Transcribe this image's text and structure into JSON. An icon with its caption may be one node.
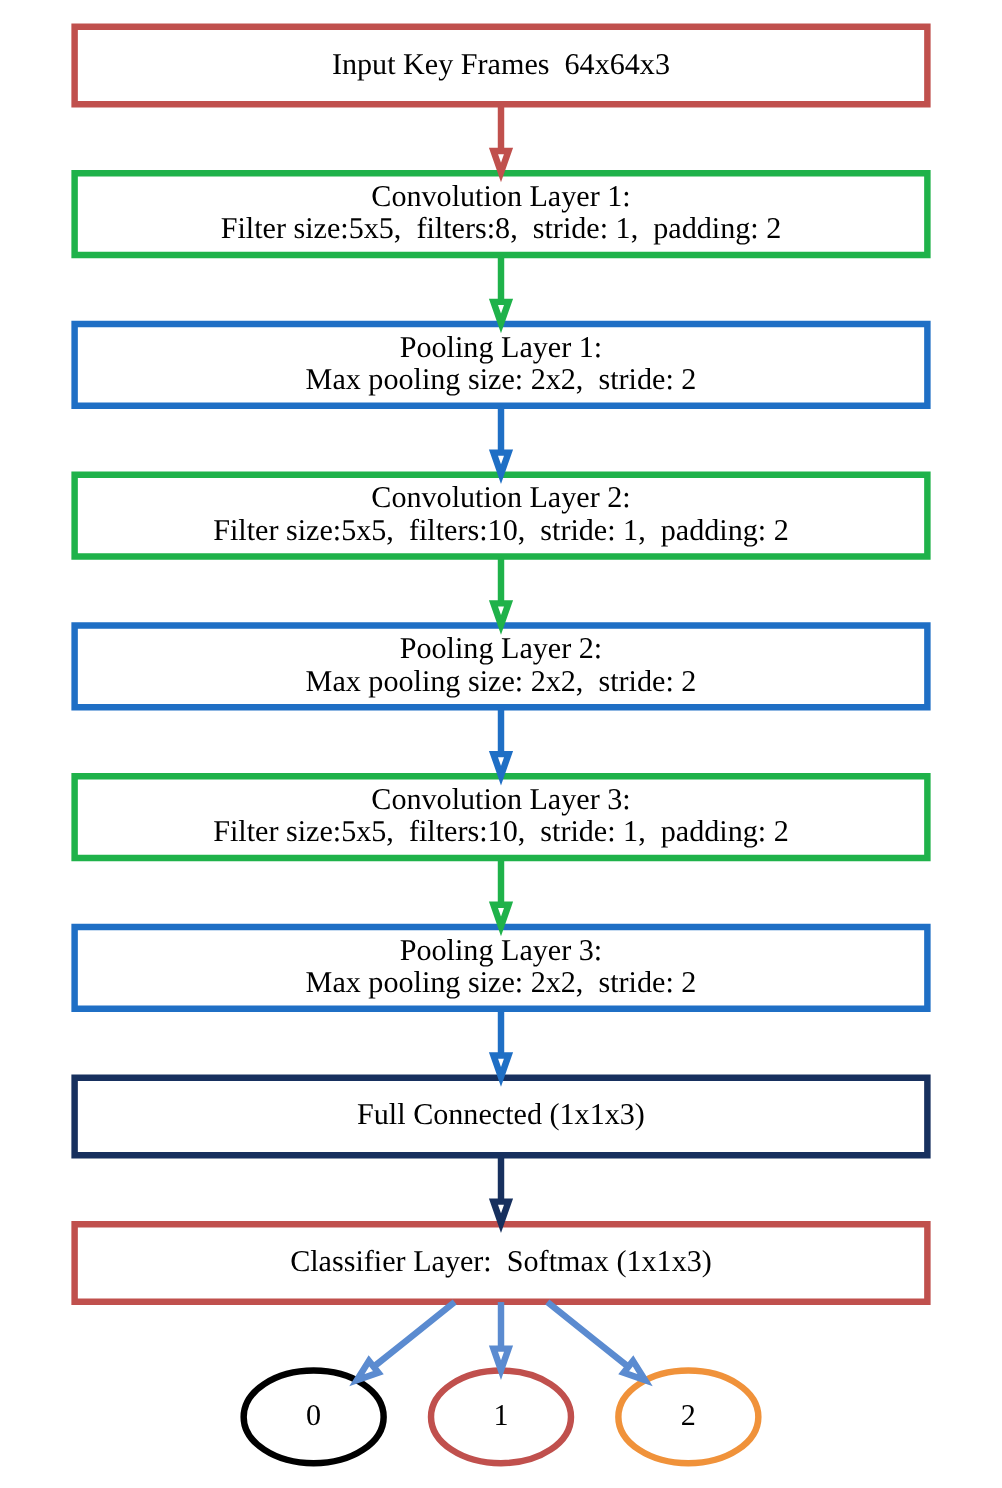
{
  "diagram": {
    "nodes": [
      {
        "text": [
          "Input Key Frames  64x64x3"
        ]
      },
      {
        "text": [
          "Convolution Layer 1:",
          "Filter size:5x5,  filters:8,  stride: 1,  padding: 2"
        ]
      },
      {
        "text": [
          "Pooling Layer 1:",
          "Max pooling size: 2x2,  stride: 2"
        ]
      },
      {
        "text": [
          "Convolution Layer 2:",
          "Filter size:5x5,  filters:10,  stride: 1,  padding: 2"
        ]
      },
      {
        "text": [
          "Pooling Layer 2:",
          "Max pooling size: 2x2,  stride: 2"
        ]
      },
      {
        "text": [
          "Convolution Layer 3:",
          "Filter size:5x5,  filters:10,  stride: 1,  padding: 2"
        ]
      },
      {
        "text": [
          "Pooling Layer 3:",
          "Max pooling size: 2x2,  stride: 2"
        ]
      },
      {
        "text": [
          "Full Connected (1x1x3)"
        ]
      },
      {
        "text": [
          "Classifier Layer:  Softmax (1x1x3)"
        ]
      },
      {
        "text": [
          "0"
        ]
      },
      {
        "text": [
          "1"
        ]
      },
      {
        "text": [
          "2"
        ]
      }
    ],
    "edges": [
      {
        "from": 0,
        "to": 1,
        "arrow": "to",
        "color": "#c0504d"
      },
      {
        "from": 1,
        "to": 2,
        "arrow": "to",
        "color": "#1fb24a"
      },
      {
        "from": 2,
        "to": 3,
        "arrow": "to",
        "color": "#1f6fc5"
      },
      {
        "from": 3,
        "to": 4,
        "arrow": "to",
        "color": "#1fb24a"
      },
      {
        "from": 4,
        "to": 5,
        "arrow": "to",
        "color": "#1f6fc5"
      },
      {
        "from": 5,
        "to": 6,
        "arrow": "to",
        "color": "#1fb24a"
      },
      {
        "from": 6,
        "to": 7,
        "arrow": "to",
        "color": "#1f6fc5"
      },
      {
        "from": 7,
        "to": 8,
        "arrow": "to",
        "color": "#17305e"
      },
      {
        "from": 8,
        "to": 9,
        "arrow": "to",
        "color": "#5b8bd0"
      },
      {
        "from": 8,
        "to": 10,
        "arrow": "to",
        "color": "#5b8bd0"
      },
      {
        "from": 8,
        "to": 11,
        "arrow": "to",
        "color": "#5b8bd0"
      }
    ]
  }
}
